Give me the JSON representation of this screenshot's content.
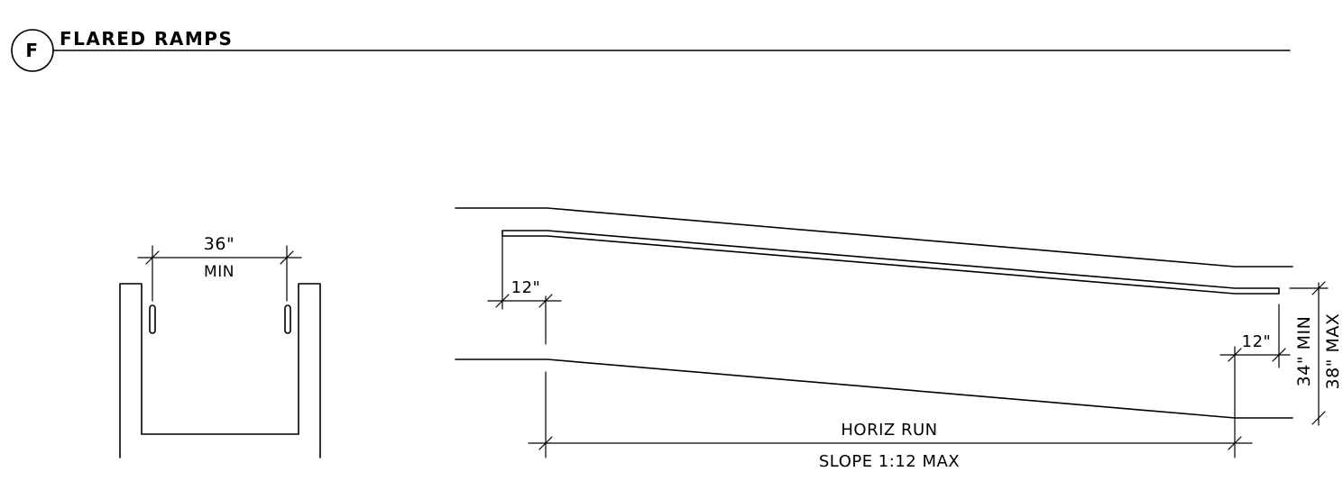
{
  "detail": {
    "marker": "F",
    "title": "FLARED RAMPS"
  },
  "section": {
    "width_value": "36\"",
    "width_qualifier": "MIN"
  },
  "elevation": {
    "extension_left": "12\"",
    "extension_right": "12\"",
    "height_min": "34\" MIN",
    "height_max": "38\" MAX",
    "run_label": "HORIZ RUN",
    "slope_label": "SLOPE 1:12 MAX"
  }
}
